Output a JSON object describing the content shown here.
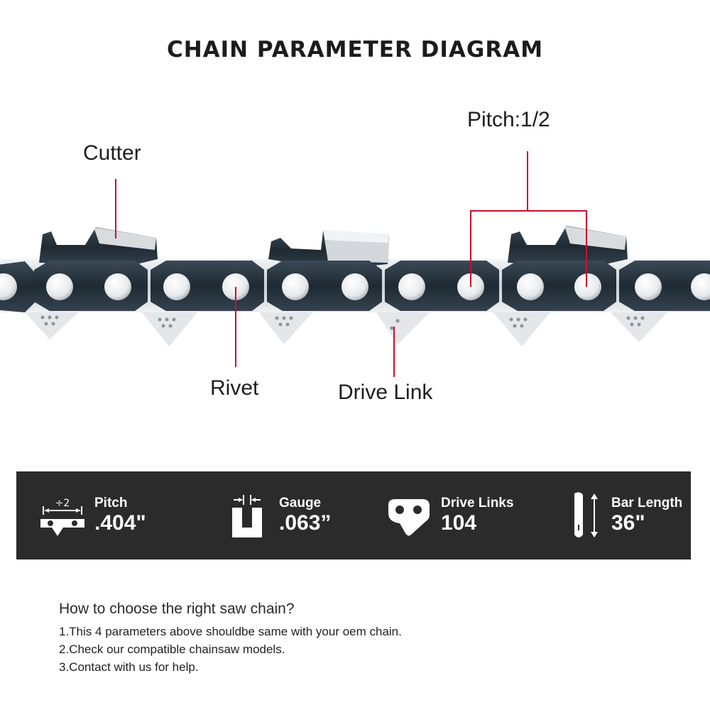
{
  "title": "CHAIN PARAMETER DIAGRAM",
  "callouts": {
    "cutter": "Cutter",
    "pitch": "Pitch:1/2",
    "rivet": "Rivet",
    "drive_link": "Drive Link"
  },
  "specs": [
    {
      "label": "Pitch",
      "value": ".404\"",
      "icon": "pitch-icon",
      "icon_text": "÷2"
    },
    {
      "label": "Gauge",
      "value": ".063”",
      "icon": "gauge-icon"
    },
    {
      "label": "Drive Links",
      "value": "104",
      "icon": "drive-link-icon"
    },
    {
      "label": "Bar Length",
      "value": "36\"",
      "icon": "bar-length-icon"
    }
  ],
  "howto": {
    "question": "How to choose the right saw chain?",
    "items": [
      "1.This 4 parameters above shouldbe same with your oem chain.",
      "2.Check our compatible chainsaw models.",
      "3.Contact with us for help."
    ]
  },
  "colors": {
    "leader_line": "#c8102e",
    "spec_bar": "#2b2b2b",
    "chain_plate": "#25323d",
    "chain_steel": "#d9dde2"
  }
}
